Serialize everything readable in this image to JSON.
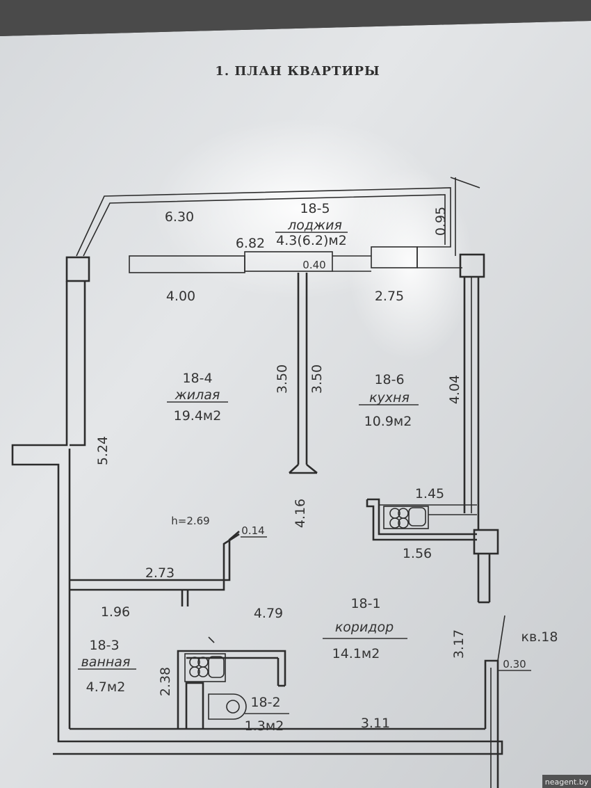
{
  "title": "1. ПЛАН КВАРТИРЫ",
  "apartment_label": "кв.18",
  "ceiling_height": "h=2.69",
  "watermark": "neagent.by",
  "rooms": [
    {
      "id": "18-5",
      "name": "лоджия",
      "area": "4.3(6.2)м2"
    },
    {
      "id": "18-4",
      "name": "жилая",
      "area": "19.4м2"
    },
    {
      "id": "18-6",
      "name": "кухня",
      "area": "10.9м2"
    },
    {
      "id": "18-3",
      "name": "ванная",
      "area": "4.7м2"
    },
    {
      "id": "18-2",
      "name": "",
      "area": "1.3м2"
    },
    {
      "id": "18-1",
      "name": "коридор",
      "area": "14.1м2"
    }
  ],
  "dimensions": {
    "loggia_length": "6.30",
    "loggia_inner": "6.82",
    "loggia_depth": "0.95",
    "window_gap": "0.40",
    "living_top": "4.00",
    "kitchen_top": "2.75",
    "partition_a": "3.50",
    "partition_b": "3.50",
    "kitchen_side": "4.04",
    "living_side": "5.24",
    "center_height": "4.16",
    "niche": "0.14",
    "counter_top": "1.45",
    "counter_bottom": "1.56",
    "hall_wall": "2.73",
    "bath_width": "1.96",
    "hall_width": "4.79",
    "hall_side": "3.17",
    "wall_thickness": "0.30",
    "bath_height": "2.38",
    "hall_bottom": "3.11"
  }
}
